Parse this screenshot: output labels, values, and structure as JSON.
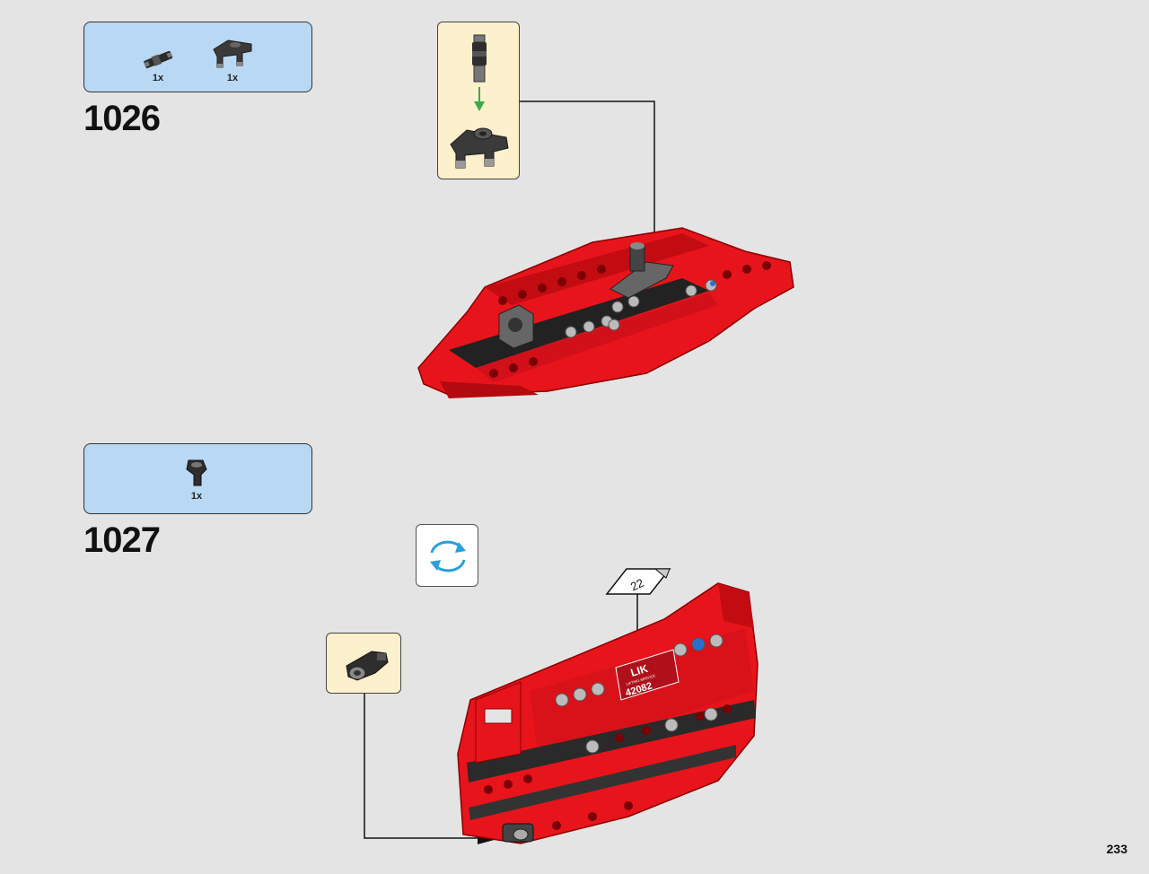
{
  "steps": [
    {
      "number": "1026",
      "parts": [
        {
          "icon": "axle-connector-icon",
          "qty": "1x"
        },
        {
          "icon": "double-arm-beam-icon",
          "qty": "1x"
        }
      ]
    },
    {
      "number": "1027",
      "parts": [
        {
          "icon": "angled-axle-connector-icon",
          "qty": "1x"
        }
      ]
    }
  ],
  "sticker": {
    "number": "22"
  },
  "decal": {
    "brand": "LIK",
    "subtitle": "LIFTING SERVICE",
    "model": "42082"
  },
  "page_number": "233",
  "colors": {
    "parts_box": "#b9d8f3",
    "callout": "#fdf0cc",
    "model_red": "#e8141b",
    "page_bg": "#e4e4e4",
    "arrow_green": "#3aaa4a",
    "rotate_blue": "#2aa0dc"
  }
}
